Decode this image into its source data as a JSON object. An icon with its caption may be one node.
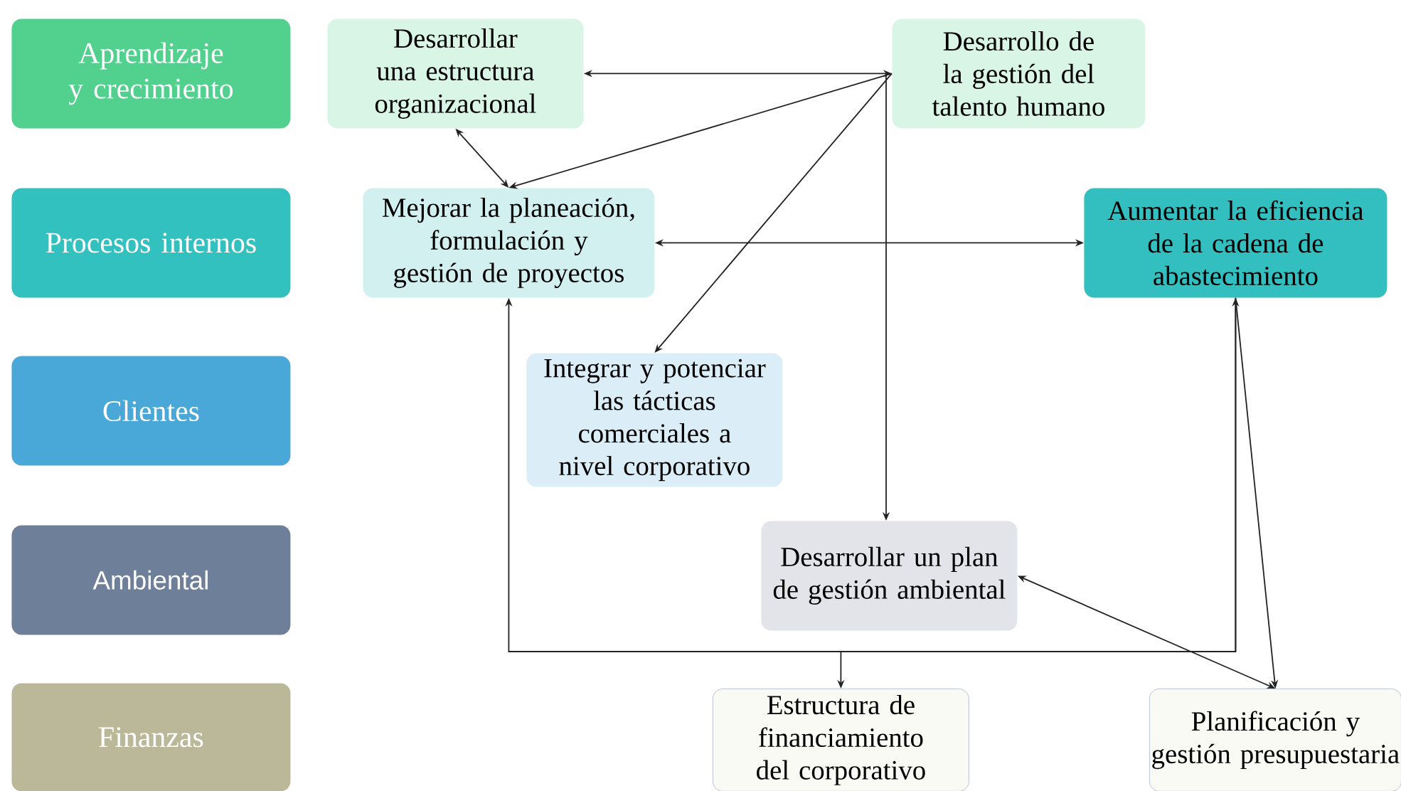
{
  "diagram": {
    "nodes": [
      {
        "text": [
          "Aprendizaje y crecimiento"
        ]
      },
      {
        "text": [
          "Procesos internos"
        ]
      },
      {
        "text": [
          "Clientes"
        ]
      },
      {
        "text": [
          "Ambiental"
        ]
      },
      {
        "text": [
          "Finanzas"
        ]
      },
      {
        "text": [
          "Desarrollar una estructura organizacional"
        ]
      },
      {
        "text": [
          "Desarrollo de la gestión del talento humano"
        ]
      },
      {
        "text": [
          "Mejorar la planeación, formulación y gestión de proyectos"
        ]
      },
      {
        "text": [
          "Aumentar la eficiencia de la cadena de abastecimiento"
        ]
      },
      {
        "text": [
          "Integrar y potenciar las tácticas comerciales a nivel corporativo"
        ]
      },
      {
        "text": [
          "Desarrollar un plan de gestión ambiental"
        ]
      },
      {
        "text": [
          "Estructura de financiamiento del corporativo"
        ]
      },
      {
        "text": [
          "Planificación y gestión presupuestaria"
        ]
      }
    ],
    "edges": [
      {
        "from": 6,
        "to": 5,
        "arrow": "both"
      },
      {
        "from": 5,
        "to": 7,
        "arrow": "both"
      },
      {
        "from": 6,
        "to": 7,
        "arrow": "to"
      },
      {
        "from": 6,
        "to": 9,
        "arrow": "to"
      },
      {
        "from": 6,
        "to": 10,
        "arrow": "to"
      },
      {
        "from": 7,
        "to": 8,
        "arrow": "both"
      },
      {
        "from": 8,
        "to": 12,
        "arrow": "to"
      },
      {
        "from": 10,
        "to": 12,
        "arrow": "both"
      },
      {
        "from": 8,
        "to": 7,
        "arrow": "both"
      },
      {
        "from": 8,
        "to": 11,
        "arrow": "to"
      }
    ]
  }
}
